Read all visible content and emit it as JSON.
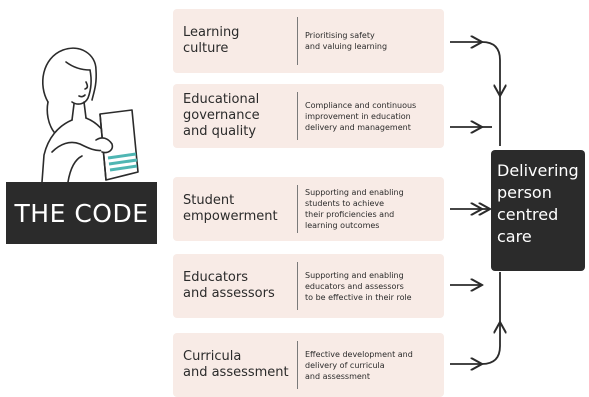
{
  "code_label": "THE CODE",
  "rows": [
    {
      "title": "Learning\nculture",
      "desc": "Prioritising safety\nand valuing learning"
    },
    {
      "title": "Educational\ngovernance\nand quality",
      "desc": "Compliance and continuous\nimprovement in education\ndelivery and management"
    },
    {
      "title": "Student\nempowerment",
      "desc": "Supporting and enabling\nstudents to achieve\ntheir proficiencies and\nlearning outcomes"
    },
    {
      "title": "Educators\nand assessors",
      "desc": "Supporting and enabling\neducators and assessors\nto be effective in their role"
    },
    {
      "title": "Curricula\nand assessment",
      "desc": "Effective development and\ndelivery of curricula\nand assessment"
    }
  ],
  "outcome": "Delivering\nperson\ncentred\ncare",
  "colors": {
    "dark": "#2b2b2b",
    "row_bg": "#f8ebe6",
    "accent": "#4fb6b3"
  }
}
